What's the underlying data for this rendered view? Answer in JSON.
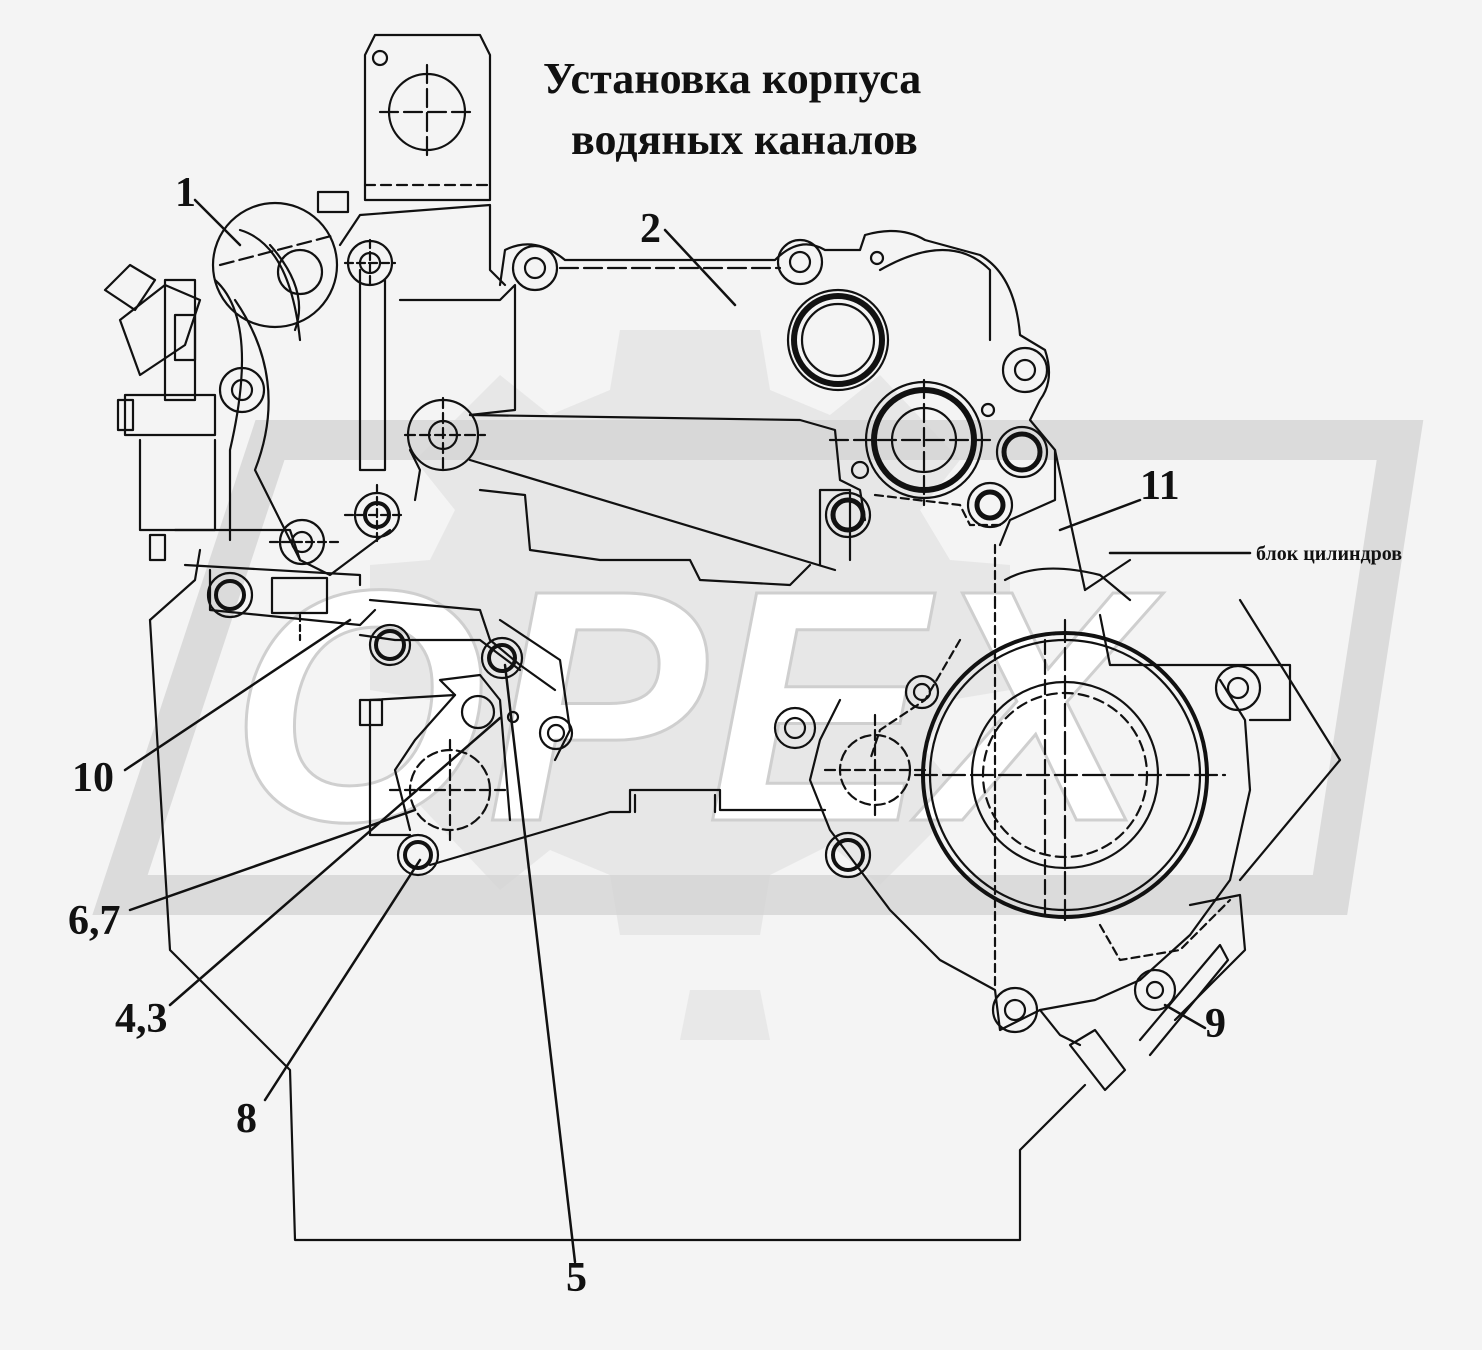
{
  "title": {
    "line1": "Установка корпуса",
    "line2": "водяных каналов"
  },
  "callouts": {
    "c1": "1",
    "c2": "2",
    "c11": "11",
    "c10": "10",
    "c67": "6,7",
    "c43": "4,3",
    "c8": "8",
    "c5": "5",
    "c9": "9"
  },
  "note": "блок цилиндров",
  "watermark": "OPEX",
  "colors": {
    "line": "#111111",
    "watermark": "#d9d9d9",
    "background": "#f4f4f4"
  }
}
